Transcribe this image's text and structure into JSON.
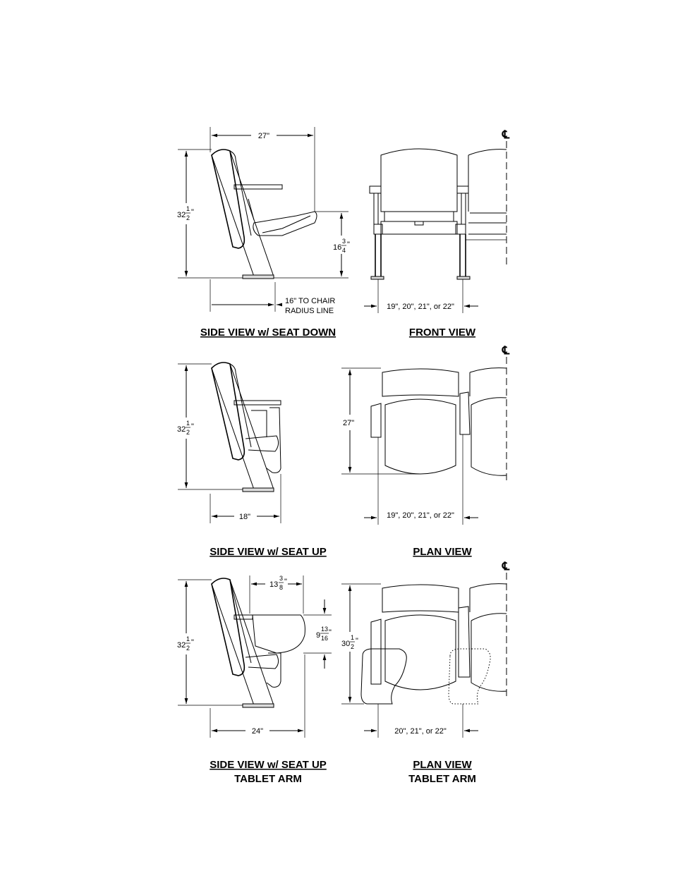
{
  "centerline_symbol": "℄",
  "views": {
    "side_down": {
      "caption": "SIDE VIEW w/ SEAT DOWN",
      "width_dim": "27\"",
      "height_whole": "32",
      "height_num": "1",
      "height_den": "2",
      "seat_whole": "16",
      "seat_num": "3",
      "seat_den": "4",
      "radius_line1": "16\" TO CHAIR",
      "radius_line2": "RADIUS LINE"
    },
    "front": {
      "caption": "FRONT VIEW",
      "width_dim": "19\", 20\", 21\", or 22\""
    },
    "side_up": {
      "caption": "SIDE VIEW w/ SEAT UP",
      "height_whole": "32",
      "height_num": "1",
      "height_den": "2",
      "depth_dim": "18\""
    },
    "plan": {
      "caption": "PLAN VIEW",
      "depth_dim": "27\"",
      "width_dim": "19\", 20\", 21\", or 22\""
    },
    "side_tablet": {
      "caption_line1": "SIDE VIEW w/ SEAT UP",
      "caption_line2": "TABLET ARM",
      "height_whole": "32",
      "height_num": "1",
      "height_den": "2",
      "tablet_whole": "13",
      "tablet_num": "3",
      "tablet_den": "8",
      "tablet_h_whole": "9",
      "tablet_h_num": "13",
      "tablet_h_den": "16",
      "depth_dim": "24\""
    },
    "plan_tablet": {
      "caption_line1": "PLAN VIEW",
      "caption_line2": "TABLET ARM",
      "depth_whole": "30",
      "depth_num": "1",
      "depth_den": "2",
      "width_dim": "20\", 21\", or 22\""
    }
  }
}
